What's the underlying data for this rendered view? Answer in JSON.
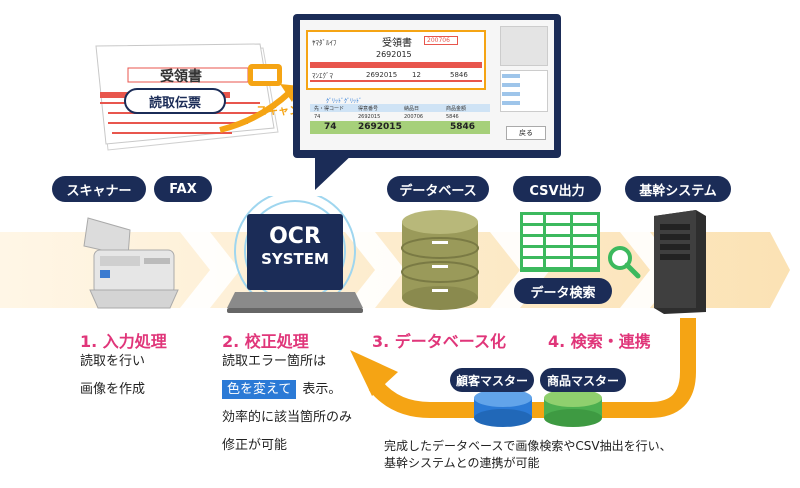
{
  "paper_doc": {
    "title": "受領書",
    "label": "読取伝票"
  },
  "scan_label": "スキャン",
  "screen": {
    "title": "受領書",
    "top_small": "ﾔﾏﾀﾞﾙｲﾌ",
    "number": "2692015",
    "code_box": "200706",
    "row2_left": "ﾏﾝｴｸﾞﾏ",
    "row2_mid": "2692015",
    "row2_n1": "12",
    "row2_n2": "5846",
    "tab": "ｸﾞﾘｯﾄﾞｸﾞﾘｯﾄﾞ",
    "headers": [
      "先・得コード",
      "得意番号",
      "納品日",
      "商品金額"
    ],
    "row1": [
      "74",
      "2692015",
      "200706",
      "5846"
    ],
    "big": {
      "code": "74",
      "number": "2692015",
      "amount": "5846"
    },
    "return_button": "戻る"
  },
  "labels": {
    "scanner": "スキャナー",
    "fax": "FAX",
    "database": "データベース",
    "csv": "CSV出力",
    "core": "基幹システム",
    "data_search": "データ検索",
    "customer_master": "顧客マスター",
    "product_master": "商品マスター"
  },
  "ocr": {
    "line1": "OCR",
    "line2": "SYSTEM"
  },
  "steps": [
    {
      "title": "1. 入力処理",
      "lines": [
        "読取を行い",
        "画像を作成"
      ]
    },
    {
      "title": "2. 校正処理",
      "lines": [
        "読取エラー箇所は",
        "表示。",
        "効率的に該当箇所のみ",
        "修正が可能"
      ],
      "highlight": "色を変えて"
    },
    {
      "title": "3. データベース化"
    },
    {
      "title": "4. 検索・連携"
    }
  ],
  "bottom_note": [
    "完成したデータベースで画像検索やCSV抽出を行い、",
    "基幹システムとの連携が可能"
  ],
  "colors": {
    "navy": "#1b2c57",
    "accent": "#e0367a",
    "band": "#fbe6c0",
    "arrow": "#f5a414",
    "blue": "#2b7ad6",
    "green": "#4caf50"
  }
}
